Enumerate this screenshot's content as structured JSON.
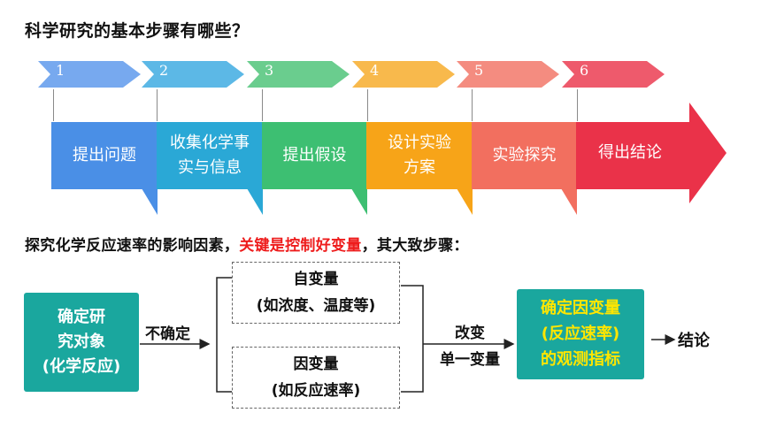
{
  "title": "科学研究的基本步骤有哪些？",
  "steps": [
    {
      "num": "1",
      "lines": [
        "提出问题"
      ],
      "color": "#4a8fe6",
      "chev": "#77a9ef"
    },
    {
      "num": "2",
      "lines": [
        "收集化学事",
        "实与信息"
      ],
      "color": "#2aa8d6",
      "chev": "#5cb8e6"
    },
    {
      "num": "3",
      "lines": [
        "提出假设"
      ],
      "color": "#3dbf72",
      "chev": "#6acd8e"
    },
    {
      "num": "4",
      "lines": [
        "设计实验",
        "方案"
      ],
      "color": "#f7a418",
      "chev": "#f8b94c"
    },
    {
      "num": "5",
      "lines": [
        "实验探究"
      ],
      "color": "#f26f5f",
      "chev": "#f48c80"
    },
    {
      "num": "6",
      "lines": [
        "得出结论"
      ],
      "color": "#ea3249",
      "chev": "#ee5a6c"
    }
  ],
  "subtitle": {
    "part1": "探究化学反应速率的影响因素，",
    "highlight": "关键是控制好变量",
    "part2": "，其大致步骤："
  },
  "flow": {
    "object": [
      "确定研",
      "究对象",
      "(化学反应)"
    ],
    "uncertain": "不确定",
    "independent": [
      "自变量",
      "(如浓度、温度等)"
    ],
    "dependent": [
      "因变量",
      "(如反应速率)"
    ],
    "change": [
      "改变",
      "单一变量"
    ],
    "measure": [
      "确定因变量",
      "(反应速率)",
      "的观测指标"
    ],
    "conclusion": "结论"
  }
}
